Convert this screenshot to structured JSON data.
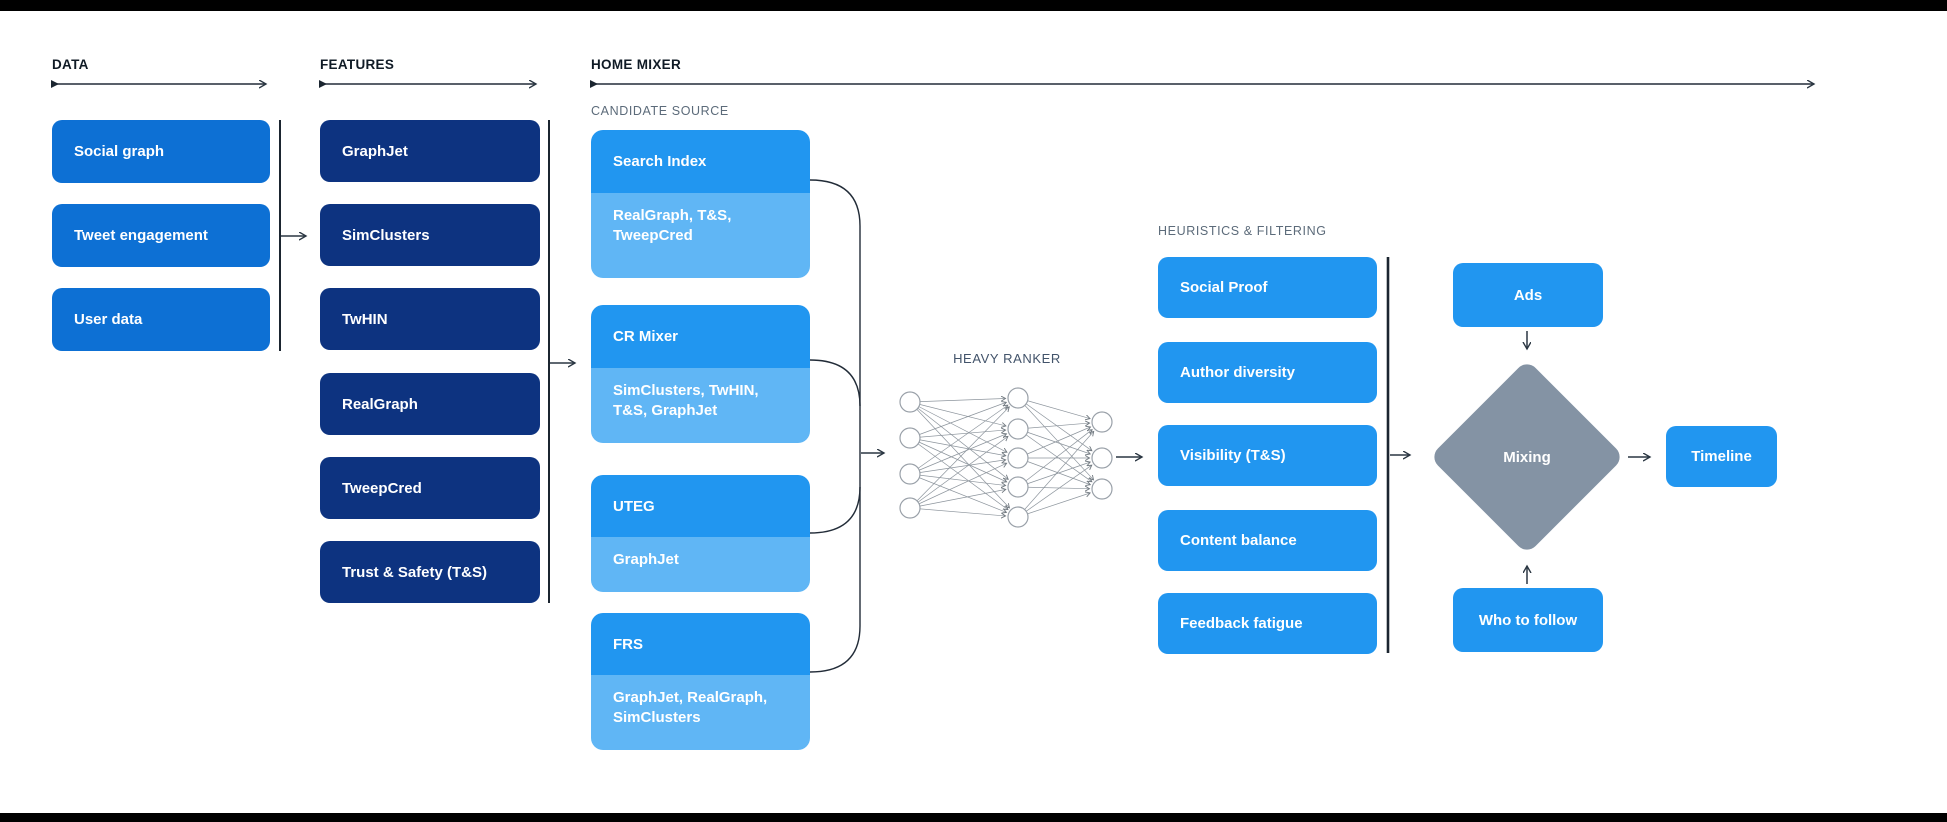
{
  "colors": {
    "data_box_blue": "#0D70D4",
    "feature_box_navy": "#0D3380",
    "bright_blue": "#2196F0",
    "light_blue": "#60B6F5",
    "diamond_gray": "#8493A4",
    "line_dark": "#222C38",
    "sub_label_gray": "#5C6B7A",
    "box_text": "#FFFFFF",
    "border_bars": "#000000"
  },
  "sections": {
    "data": {
      "label": "DATA",
      "items": [
        "Social graph",
        "Tweet engagement",
        "User data"
      ]
    },
    "features": {
      "label": "FEATURES",
      "items": [
        "GraphJet",
        "SimClusters",
        "TwHIN",
        "RealGraph",
        "TweepCred",
        "Trust & Safety (T&S)"
      ]
    },
    "home_mixer": {
      "label": "HOME MIXER",
      "candidate_source": {
        "label": "CANDIDATE SOURCE",
        "items": [
          {
            "name": "Search Index",
            "sub": "RealGraph, T&S, TweepCred"
          },
          {
            "name": "CR Mixer",
            "sub": "SimClusters, TwHIN, T&S, GraphJet"
          },
          {
            "name": "UTEG",
            "sub": "GraphJet"
          },
          {
            "name": "FRS",
            "sub": "GraphJet, RealGraph, SimClusters"
          }
        ]
      },
      "heavy_ranker": {
        "label": "HEAVY RANKER"
      },
      "heuristics": {
        "label": "HEURISTICS & FILTERING",
        "items": [
          "Social Proof",
          "Author diversity",
          "Visibility (T&S)",
          "Content balance",
          "Feedback fatigue"
        ]
      },
      "output": {
        "ads": "Ads",
        "mixing": "Mixing",
        "who_to_follow": "Who to follow",
        "timeline": "Timeline"
      }
    }
  }
}
